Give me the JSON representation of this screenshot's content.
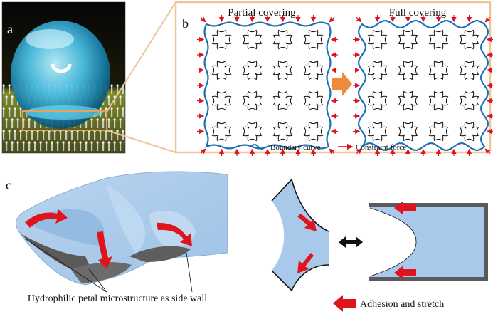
{
  "panels": {
    "a": {
      "letter": "a"
    },
    "b": {
      "letter": "b",
      "left_title": "Partial covering",
      "right_title": "Full covering",
      "legend_boundary": "Boundary curve",
      "legend_force": "Constraint force"
    },
    "c": {
      "letter": "c",
      "annotation": "Hydrophilic petal microstructure as side wall",
      "legend_adhesion": "Adhesion and stretch"
    }
  },
  "colors": {
    "frame": "#efc59a",
    "boundary": "#1b6fb4",
    "force_arrow": "#e0141c",
    "orange_arrow": "#ee8a3a",
    "liquid": "#a9c9ea",
    "wall": "#5a5a5a"
  },
  "grid": {
    "rows": 4,
    "cols": 4
  }
}
